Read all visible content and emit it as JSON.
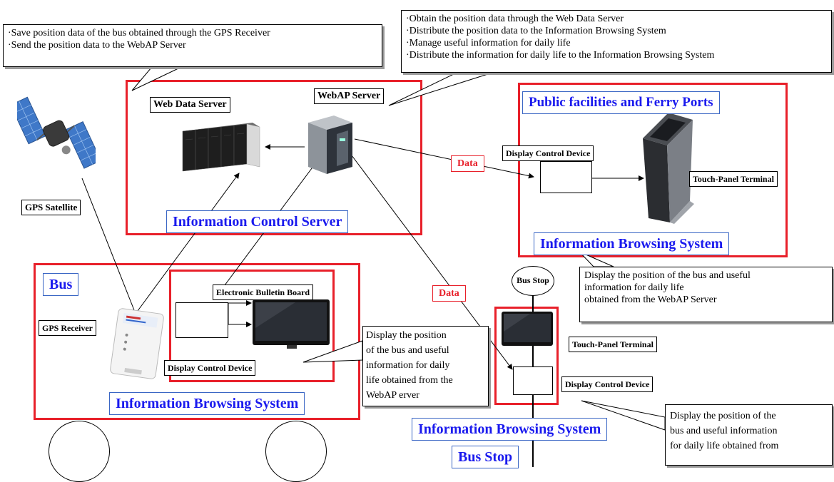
{
  "callouts": {
    "gps_receiver_note": [
      "·Save position data of the bus obtained through the GPS Receiver",
      "·Send the position data to the WebAP Server"
    ],
    "webap_note": [
      "·Obtain the position data through the Web Data Server",
      "·Distribute the position data to the Information Browsing System",
      "·Manage useful information for daily life",
      "·Distribute the information for daily life to the Information Browsing System"
    ],
    "facilities_note": [
      "Display the position of the bus and  useful",
      "  information for daily life",
      "  obtained from the WebAP Server"
    ],
    "bus_note": [
      "Display the  position",
      "of the bus and useful",
      " information  for  daily",
      "life obtained  from the",
      "WebAP erver"
    ],
    "busstop_note": [
      "Display the position of the",
      "  bus and useful information",
      "  for daily life  obtained from"
    ]
  },
  "labels": {
    "web_data_server": "Web Data Server",
    "webap_server": "WebAP Server",
    "gps_satellite": "GPS Satellite",
    "gps_receiver": "GPS Receiver",
    "display_control_device_facility": "Display Control Device",
    "touch_panel_facility": "Touch-Panel  Terminal",
    "electronic_bulletin_board": "Electronic Bulletin Board",
    "display_control_device_bus": "Display Control Device",
    "bus_stop_sign": "Bus Stop",
    "touch_panel_busstop": "Touch-Panel  Terminal",
    "display_control_device_busstop": "Display Control Device",
    "data_1": "Data",
    "data_2": "Data"
  },
  "titles": {
    "information_control_server": "Information Control Server",
    "public_facilities": "Public facilities and Ferry Ports",
    "info_browsing_facilities": "Information Browsing System",
    "bus": "Bus",
    "info_browsing_bus": "Information Browsing System",
    "info_browsing_busstop": "Information Browsing System",
    "bus_stop": "Bus Stop"
  },
  "colors": {
    "frame_red": "#e8202a",
    "title_blue": "#1a1aee"
  }
}
